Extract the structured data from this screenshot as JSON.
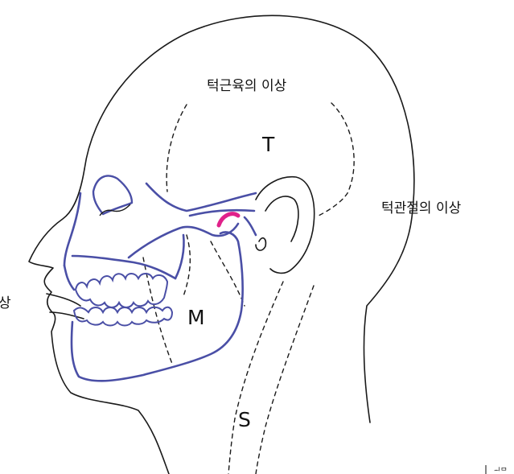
{
  "labels": {
    "muscle_disorder": "턱근육의 이상",
    "joint_disorder": "턱관절의 이상",
    "left_partial": "상",
    "temporalis": "T",
    "masseter": "M",
    "sternocleidomastoid": "S",
    "corner_partial": "ᆈᄆ"
  },
  "colors": {
    "head_outline": "#1a1a1a",
    "skull_outline": "#4a4fa6",
    "joint_highlight": "#e0218a",
    "background": "#ffffff"
  }
}
